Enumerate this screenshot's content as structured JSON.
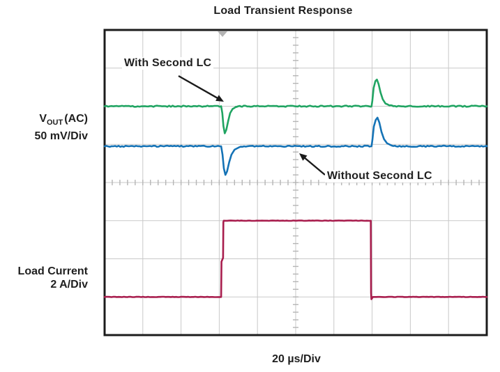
{
  "title": "Load Transient Response",
  "labels": {
    "vout": {
      "prefix": "V",
      "sub": "OUT",
      "rest": "(AC)",
      "scale": "50 mV/Div"
    },
    "load": {
      "name": "Load Current",
      "scale": "2 A/Div"
    },
    "x_axis": "20 µs/Div"
  },
  "annotations": {
    "with_lc": "With Second LC",
    "without_lc": "Without Second LC"
  },
  "colors": {
    "trace_with_lc": "#20a462",
    "trace_without_lc": "#1573b6",
    "trace_load": "#a81d4d",
    "grid": "#c9c9c9",
    "center_ticks": "#b5b5b5",
    "border": "#1c1c1c",
    "trigger": "#b4b4b4",
    "text": "#1f1f1f",
    "arrow": "#1a1a1a"
  },
  "chart_data": {
    "type": "line",
    "title": "Load Transient Response",
    "x_axis": {
      "scale_label": "20 µs/Div",
      "divisions": 10,
      "total_us": 200
    },
    "grid": {
      "x_divisions": 10,
      "y_divisions": 8,
      "minor_ticks_per_div": 5,
      "center_axes_ticks": true
    },
    "trigger_marker_us": 61.7,
    "series": [
      {
        "name": "VOUT (AC) With Second LC",
        "units": "mV",
        "units_per_div": 50,
        "scale_label": "50 mV/Div",
        "baseline_div": 2.0,
        "color_key": "trace_with_lc",
        "points": [
          [
            0,
            0
          ],
          [
            61.0,
            0
          ],
          [
            61.6,
            -9
          ],
          [
            62.2,
            -26
          ],
          [
            62.9,
            -35.5
          ],
          [
            63.7,
            -31
          ],
          [
            64.7,
            -19
          ],
          [
            65.7,
            -9
          ],
          [
            67.0,
            -3.5
          ],
          [
            69.0,
            -1
          ],
          [
            71.0,
            0
          ],
          [
            139.7,
            0
          ],
          [
            140.1,
            7
          ],
          [
            140.8,
            24
          ],
          [
            141.7,
            33
          ],
          [
            142.5,
            35
          ],
          [
            143.4,
            29
          ],
          [
            144.4,
            18
          ],
          [
            145.6,
            9
          ],
          [
            147.0,
            3.5
          ],
          [
            149.0,
            1
          ],
          [
            151.0,
            0
          ],
          [
            200,
            0
          ]
        ]
      },
      {
        "name": "VOUT (AC) Without Second LC",
        "units": "mV",
        "units_per_div": 50,
        "scale_label": "50 mV/Div",
        "baseline_div": 3.05,
        "color_key": "trace_without_lc",
        "points": [
          [
            0,
            0
          ],
          [
            61.0,
            0
          ],
          [
            61.7,
            -11
          ],
          [
            62.4,
            -29
          ],
          [
            63.2,
            -37.5
          ],
          [
            64.1,
            -33
          ],
          [
            65.2,
            -21
          ],
          [
            66.4,
            -11
          ],
          [
            68.0,
            -4.5
          ],
          [
            70.3,
            -1.5
          ],
          [
            73.0,
            0
          ],
          [
            139.7,
            0
          ],
          [
            140.2,
            9
          ],
          [
            140.9,
            26
          ],
          [
            141.9,
            34.5
          ],
          [
            142.8,
            37.5
          ],
          [
            143.8,
            31
          ],
          [
            144.9,
            19
          ],
          [
            146.2,
            9.5
          ],
          [
            147.8,
            4
          ],
          [
            150.2,
            1
          ],
          [
            152.5,
            0
          ],
          [
            200,
            0
          ]
        ]
      },
      {
        "name": "Load Current",
        "units": "A",
        "units_per_div": 2,
        "scale_label": "2 A/Div",
        "baseline_div": 7.0,
        "color_key": "trace_load",
        "points": [
          [
            0,
            0
          ],
          [
            61.0,
            0
          ],
          [
            61.15,
            1.85
          ],
          [
            62.0,
            2.05
          ],
          [
            62.15,
            3.92
          ],
          [
            62.35,
            4.0
          ],
          [
            139.3,
            4.0
          ],
          [
            139.45,
            0.2
          ],
          [
            139.65,
            -0.12
          ],
          [
            140.4,
            0
          ],
          [
            200,
            0
          ]
        ]
      }
    ]
  }
}
